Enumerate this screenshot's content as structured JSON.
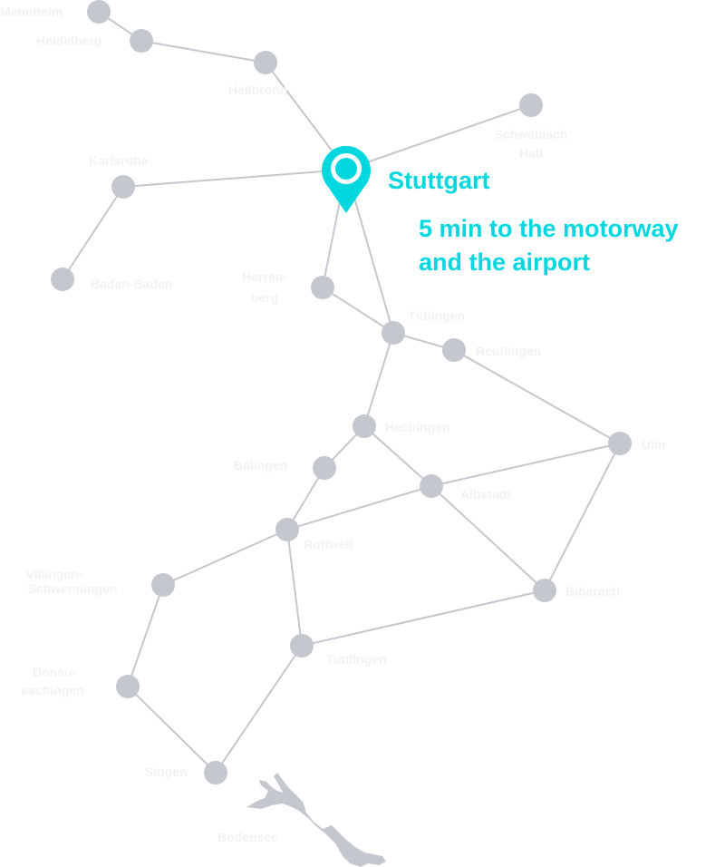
{
  "highlight": {
    "city": "Stuttgart",
    "tagline_line1": "5 min to the motorway",
    "tagline_line2": "and the airport",
    "icon": "map-pin-icon",
    "color": "#00d7df"
  },
  "colors": {
    "node": "#c4c8ce",
    "line": "#c4c8ce",
    "label": "#f1f2f4"
  },
  "cities": [
    {
      "id": "mannheim",
      "label": "Mannheim"
    },
    {
      "id": "heidelberg",
      "label": "Heidelberg"
    },
    {
      "id": "heilbronn",
      "label": "Heilbronn"
    },
    {
      "id": "hall",
      "label": "Schwäbisch Hall"
    },
    {
      "id": "karlsruhe",
      "label": "Karlsruhe"
    },
    {
      "id": "baden",
      "label": "Baden-Baden"
    },
    {
      "id": "herrenberg",
      "label": "Herren-berg"
    },
    {
      "id": "tuebingen",
      "label": "Tübingen"
    },
    {
      "id": "reutlingen",
      "label": "Reutlingen"
    },
    {
      "id": "hechingen",
      "label": "Hechingen"
    },
    {
      "id": "ulm",
      "label": "Ulm"
    },
    {
      "id": "balingen",
      "label": "Balingen"
    },
    {
      "id": "albstadt",
      "label": "Albstadt"
    },
    {
      "id": "rottweil",
      "label": "Rottweil"
    },
    {
      "id": "villingen",
      "label": "Villingen-Schwenningen"
    },
    {
      "id": "biberach",
      "label": "Biberach"
    },
    {
      "id": "tuttlingen",
      "label": "Tuttlingen"
    },
    {
      "id": "donau",
      "label": "Donau-eschingen"
    },
    {
      "id": "singen",
      "label": "Singen"
    }
  ],
  "lake": {
    "label": "Bodensee"
  },
  "connections": [
    [
      "mannheim",
      "heidelberg"
    ],
    [
      "heidelberg",
      "heilbronn"
    ],
    [
      "heilbronn",
      "stuttgart"
    ],
    [
      "stuttgart",
      "hall"
    ],
    [
      "stuttgart",
      "karlsruhe"
    ],
    [
      "karlsruhe",
      "baden"
    ],
    [
      "stuttgart",
      "herrenberg"
    ],
    [
      "stuttgart",
      "tuebingen"
    ],
    [
      "herrenberg",
      "tuebingen"
    ],
    [
      "tuebingen",
      "reutlingen"
    ],
    [
      "reutlingen",
      "ulm"
    ],
    [
      "tuebingen",
      "hechingen"
    ],
    [
      "hechingen",
      "balingen"
    ],
    [
      "hechingen",
      "albstadt"
    ],
    [
      "balingen",
      "rottweil"
    ],
    [
      "rottweil",
      "albstadt"
    ],
    [
      "albstadt",
      "ulm"
    ],
    [
      "albstadt",
      "biberach"
    ],
    [
      "ulm",
      "biberach"
    ],
    [
      "rottweil",
      "villingen"
    ],
    [
      "rottweil",
      "tuttlingen"
    ],
    [
      "tuttlingen",
      "biberach"
    ],
    [
      "villingen",
      "donau"
    ],
    [
      "donau",
      "singen"
    ],
    [
      "singen",
      "tuttlingen"
    ]
  ]
}
